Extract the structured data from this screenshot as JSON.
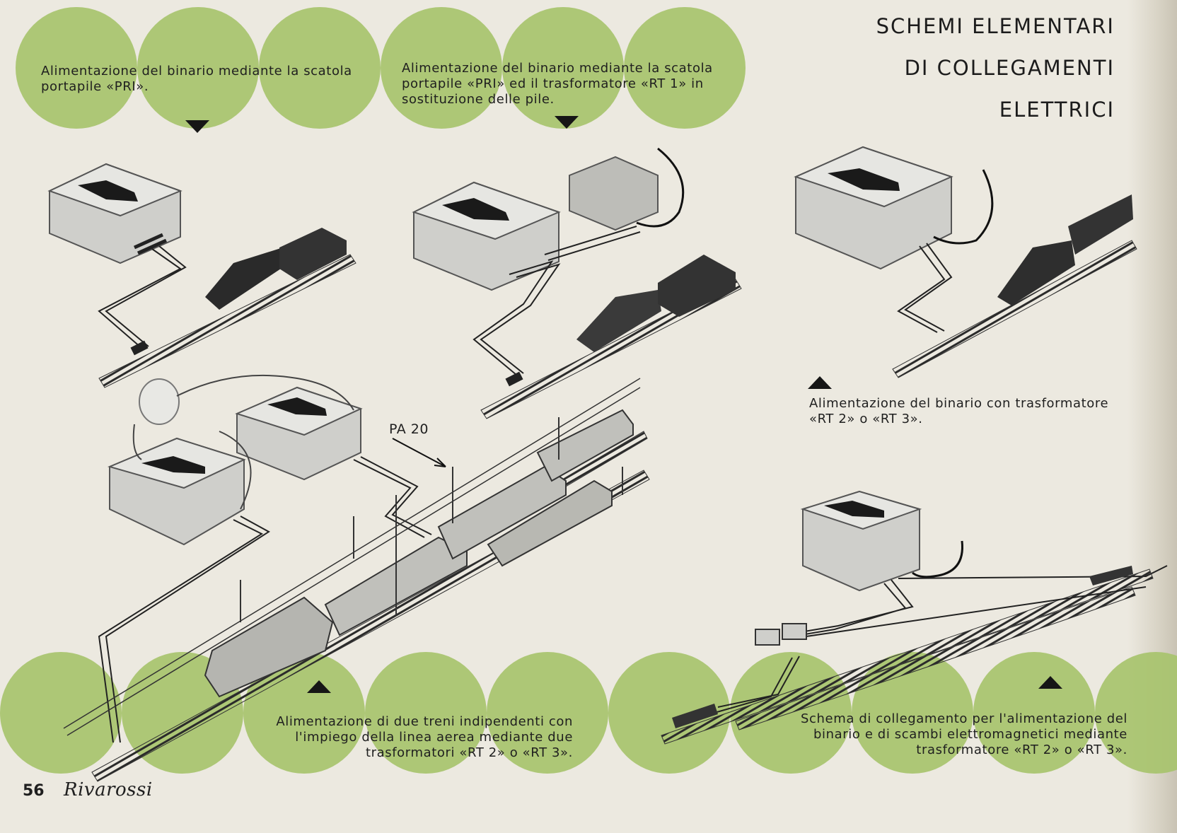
{
  "title": {
    "line1": "SCHEMI ELEMENTARI",
    "line2": "DI COLLEGAMENTI",
    "line3": "ELETTRICI"
  },
  "captions": {
    "c1": "Alimentazione del binario mediante la scatola portapile «PRI».",
    "c2": "Alimentazione del binario mediante la scatola portapile «PRI» ed il trasformatore «RT 1» in sostituzione delle pile.",
    "c3": "Alimentazione del binario con trasformatore «RT 2» o «RT 3».",
    "c4": "Alimentazione di due treni indipendenti con l'impiego della linea aerea mediante due trasformatori «RT 2» o «RT 3».",
    "c5": "Schema di collegamento per l'alimentazione del binario e di scambi elettromagnetici mediante trasformatore «RT 2» o «RT 3»."
  },
  "callout": "PA 20",
  "footer": {
    "page_number": "56",
    "brand": "Rivarossi"
  },
  "colors": {
    "paper": "#ece9e0",
    "accent_green": "#a7c36d",
    "ink": "#1f1f1f"
  }
}
